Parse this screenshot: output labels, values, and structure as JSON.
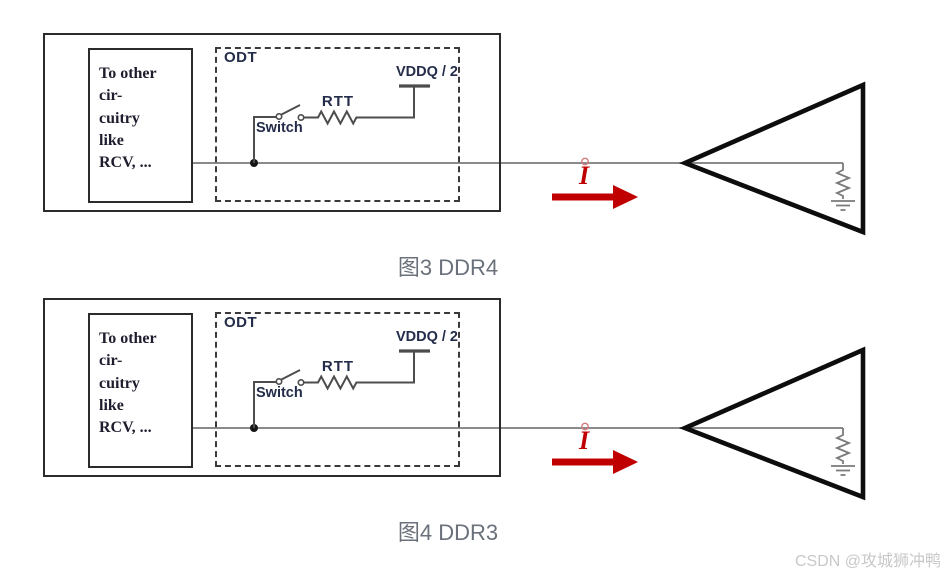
{
  "colors": {
    "accent_red": "#c00000",
    "wire_gray": "#8a8a8a",
    "component_wire": "#4d4d4d",
    "box_border": "#2b2b2b",
    "label_ink": "#232c49",
    "caption_gray": "#6a717b",
    "watermark_gray": "#c8c8c8"
  },
  "figures": [
    {
      "caption": "图3 DDR4",
      "source_block_lines": [
        "To other",
        "cir-",
        "cuitry",
        "like",
        "RCV, ..."
      ],
      "odt_label": "ODT",
      "vddq_label": "VDDQ / 2",
      "rtt_label": "RTT",
      "switch_label": "Switch",
      "current_label": "I"
    },
    {
      "caption": "图4 DDR3",
      "source_block_lines": [
        "To other",
        "cir-",
        "cuitry",
        "like",
        "RCV, ..."
      ],
      "odt_label": "ODT",
      "vddq_label": "VDDQ / 2",
      "rtt_label": "RTT",
      "switch_label": "Switch",
      "current_label": "I"
    }
  ],
  "watermark": {
    "text": "CSDN @攻城狮冲鸭"
  }
}
